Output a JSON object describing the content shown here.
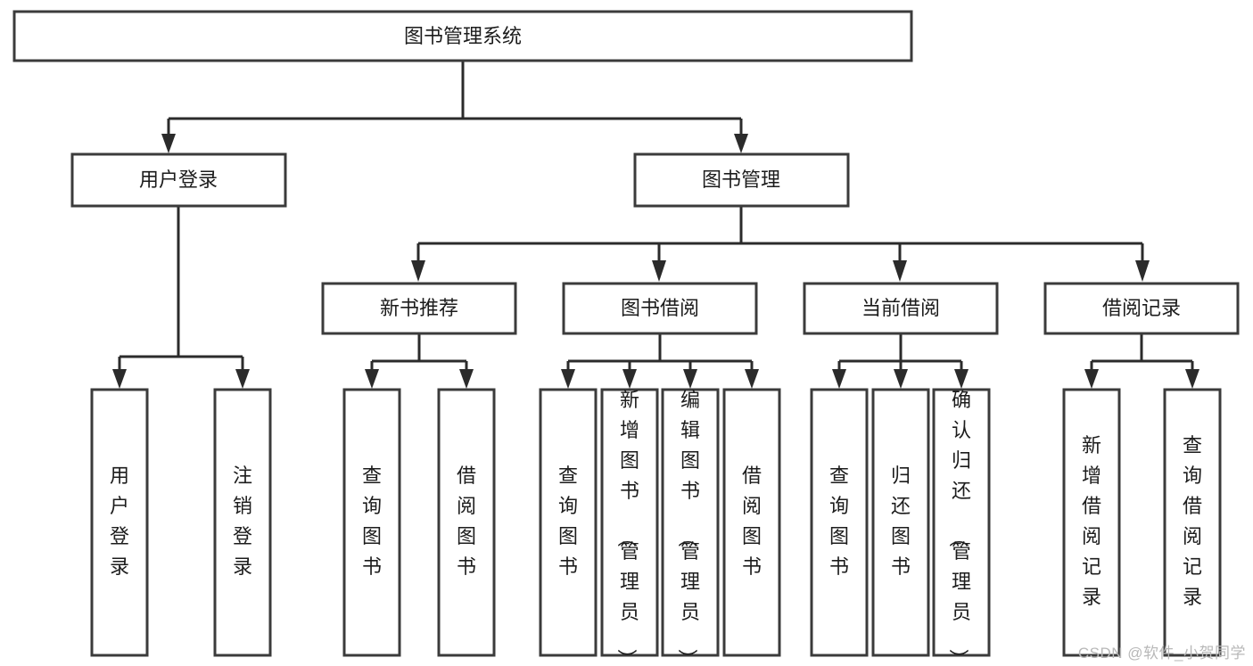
{
  "diagram": {
    "type": "tree-hierarchy",
    "title": "图书管理系统",
    "orientation": "top-down",
    "levels": 4,
    "root": {
      "id": "root",
      "label": "图书管理系统"
    },
    "level2": [
      {
        "id": "user-login",
        "label": "用户登录"
      },
      {
        "id": "book-manage",
        "label": "图书管理"
      }
    ],
    "level3": [
      {
        "id": "new-book-recommend",
        "label": "新书推荐",
        "parent": "book-manage"
      },
      {
        "id": "book-borrow",
        "label": "图书借阅",
        "parent": "book-manage"
      },
      {
        "id": "current-borrow",
        "label": "当前借阅",
        "parent": "book-manage"
      },
      {
        "id": "borrow-record",
        "label": "借阅记录",
        "parent": "book-manage"
      }
    ],
    "leaves": [
      {
        "id": "leaf-user-login",
        "label": "用户登录",
        "parent": "user-login"
      },
      {
        "id": "leaf-user-logout",
        "label": "注销登录",
        "parent": "user-login"
      },
      {
        "id": "leaf-query-book-1",
        "label": "查询图书",
        "parent": "new-book-recommend"
      },
      {
        "id": "leaf-borrow-book-1",
        "label": "借阅图书",
        "parent": "new-book-recommend"
      },
      {
        "id": "leaf-query-book-2",
        "label": "查询图书",
        "parent": "book-borrow"
      },
      {
        "id": "leaf-add-book",
        "label": "新增图书（管理员）",
        "parent": "book-borrow"
      },
      {
        "id": "leaf-edit-book",
        "label": "编辑图书（管理员）",
        "parent": "book-borrow"
      },
      {
        "id": "leaf-borrow-book-2",
        "label": "借阅图书",
        "parent": "book-borrow"
      },
      {
        "id": "leaf-query-book-3",
        "label": "查询图书",
        "parent": "current-borrow"
      },
      {
        "id": "leaf-return-book",
        "label": "归还图书",
        "parent": "current-borrow"
      },
      {
        "id": "leaf-confirm-return",
        "label": "确认归还（管理员）",
        "parent": "current-borrow"
      },
      {
        "id": "leaf-add-record",
        "label": "新增借阅记录",
        "parent": "borrow-record"
      },
      {
        "id": "leaf-query-record",
        "label": "查询借阅记录",
        "parent": "borrow-record"
      }
    ],
    "colors": {
      "box_fill": "#ffffff",
      "box_stroke": "#3b3b3b",
      "connector": "#2b2b2b",
      "text": "#1c1c1c",
      "background": "#ffffff",
      "watermark": "#b8b8b8"
    }
  },
  "watermark": {
    "text": "CSDN @软件_小贺同学"
  }
}
